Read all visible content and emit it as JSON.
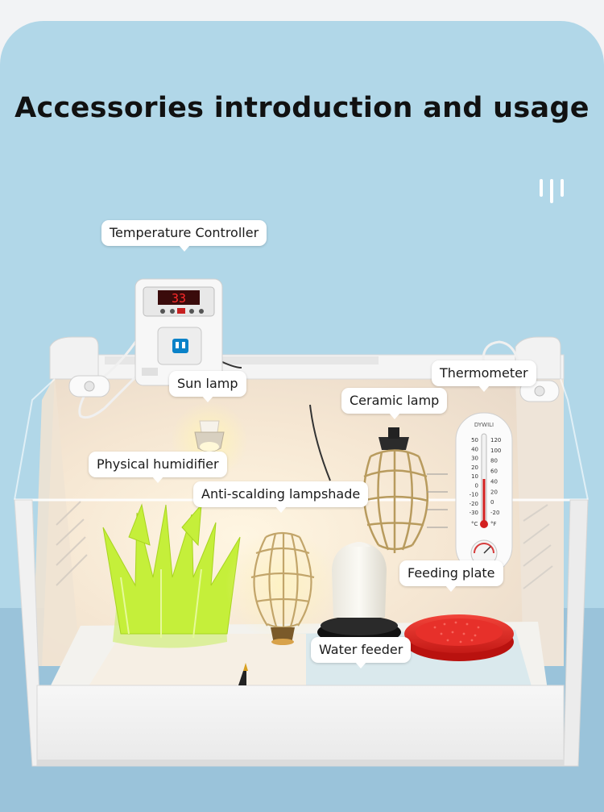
{
  "heading": "Accessories introduction and usage",
  "labels": {
    "temperature_controller": "Temperature Controller",
    "sun_lamp": "Sun lamp",
    "thermometer": "Thermometer",
    "ceramic_lamp": "Ceramic lamp",
    "physical_humidifier": "Physical humidifier",
    "anti_scalding_lampshade": "Anti-scalding lampshade",
    "feeding_plate": "Feeding plate",
    "water_feeder": "Water feeder"
  },
  "controller_display": "33",
  "thermometer_brand": "DYWILI",
  "thermometer_scale_c": [
    "50",
    "40",
    "30",
    "20",
    "10",
    "0",
    "-10",
    "-20",
    "-30"
  ],
  "thermometer_scale_f": [
    "120",
    "100",
    "80",
    "60",
    "40",
    "20",
    "0",
    "-20"
  ],
  "thermometer_units": [
    "°C",
    "°F"
  ],
  "colors": {
    "background": "#b1d7e8",
    "floor": "#9ac3da",
    "feeding_plate": "#e8231f",
    "humidifier": "#c5ef3a"
  }
}
